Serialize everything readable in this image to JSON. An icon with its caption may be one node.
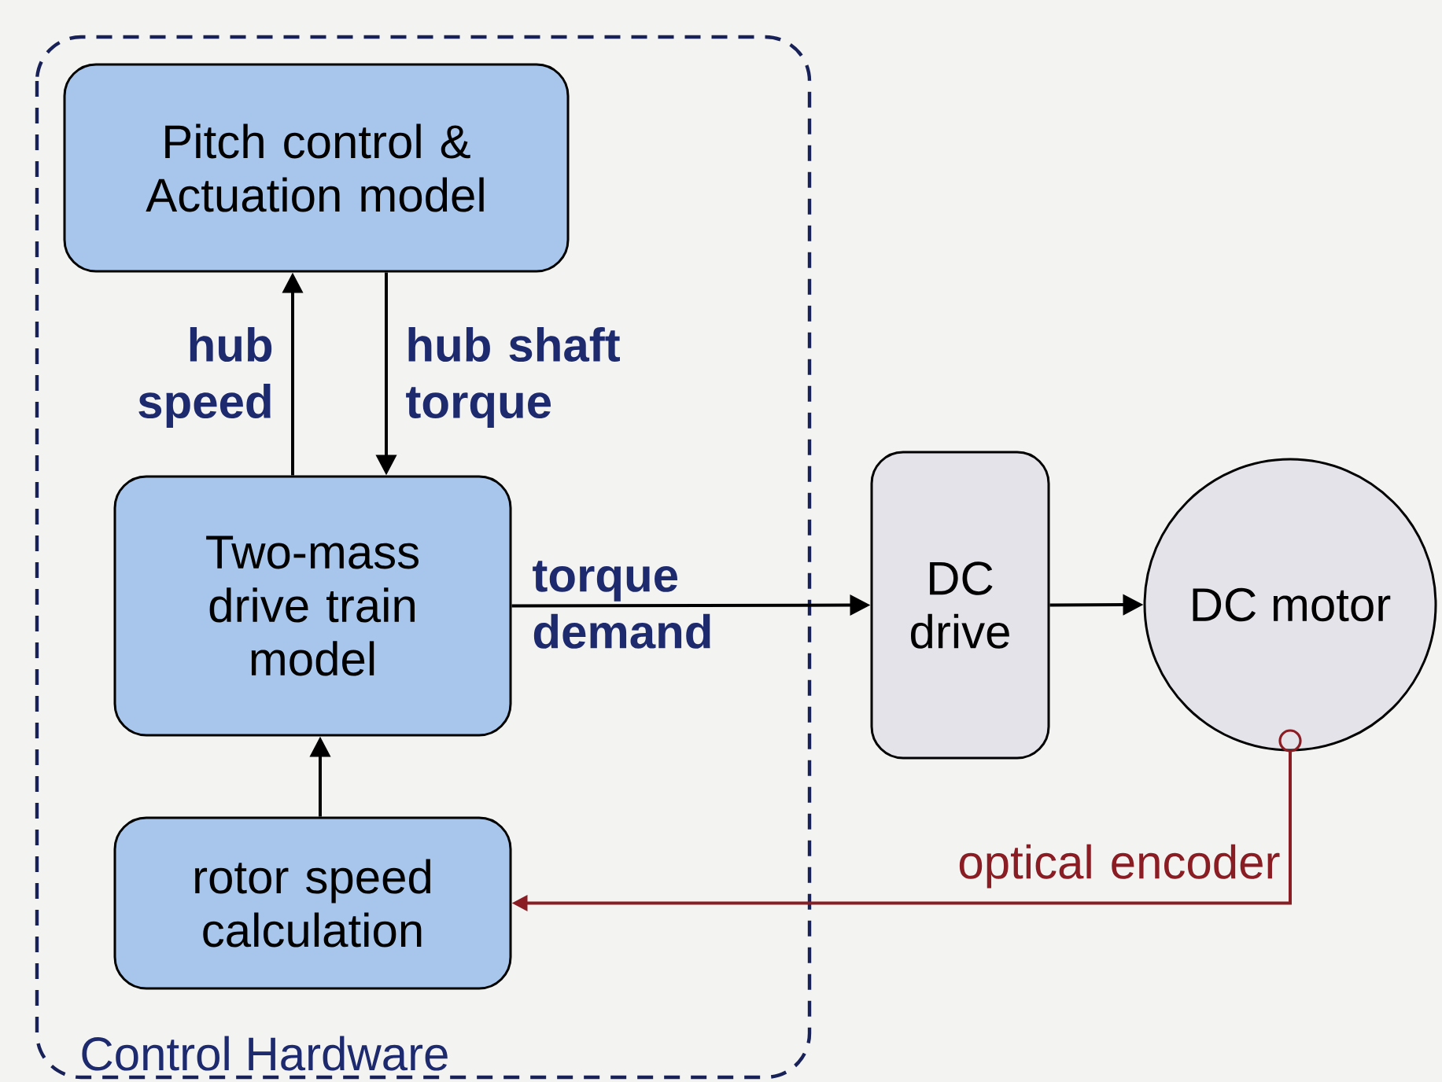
{
  "diagram": {
    "nodes": [
      {
        "text": [
          "Control Hardware"
        ]
      },
      {
        "text": [
          "Pitch control & Actuation model"
        ],
        "in": 0
      },
      {
        "text": [
          "Two-mass drive train model"
        ],
        "in": 0
      },
      {
        "text": [
          "rotor speed calculation"
        ],
        "in": 0
      },
      {
        "text": [
          "DC drive"
        ]
      },
      {
        "text": [
          "DC motor"
        ]
      }
    ],
    "edges": [
      {
        "from": 2,
        "to": 1,
        "arrow": "to",
        "label": "hub speed"
      },
      {
        "from": 1,
        "to": 2,
        "arrow": "to",
        "label": "hub shaft torque"
      },
      {
        "from": 3,
        "to": 2,
        "arrow": "to"
      },
      {
        "from": 2,
        "to": 4,
        "arrow": "to",
        "label": "torque demand"
      },
      {
        "from": 4,
        "to": 5,
        "arrow": "to"
      },
      {
        "from": 5,
        "to": 3,
        "arrow": "to",
        "label": "optical encoder",
        "color": "#8a1c24"
      }
    ]
  }
}
